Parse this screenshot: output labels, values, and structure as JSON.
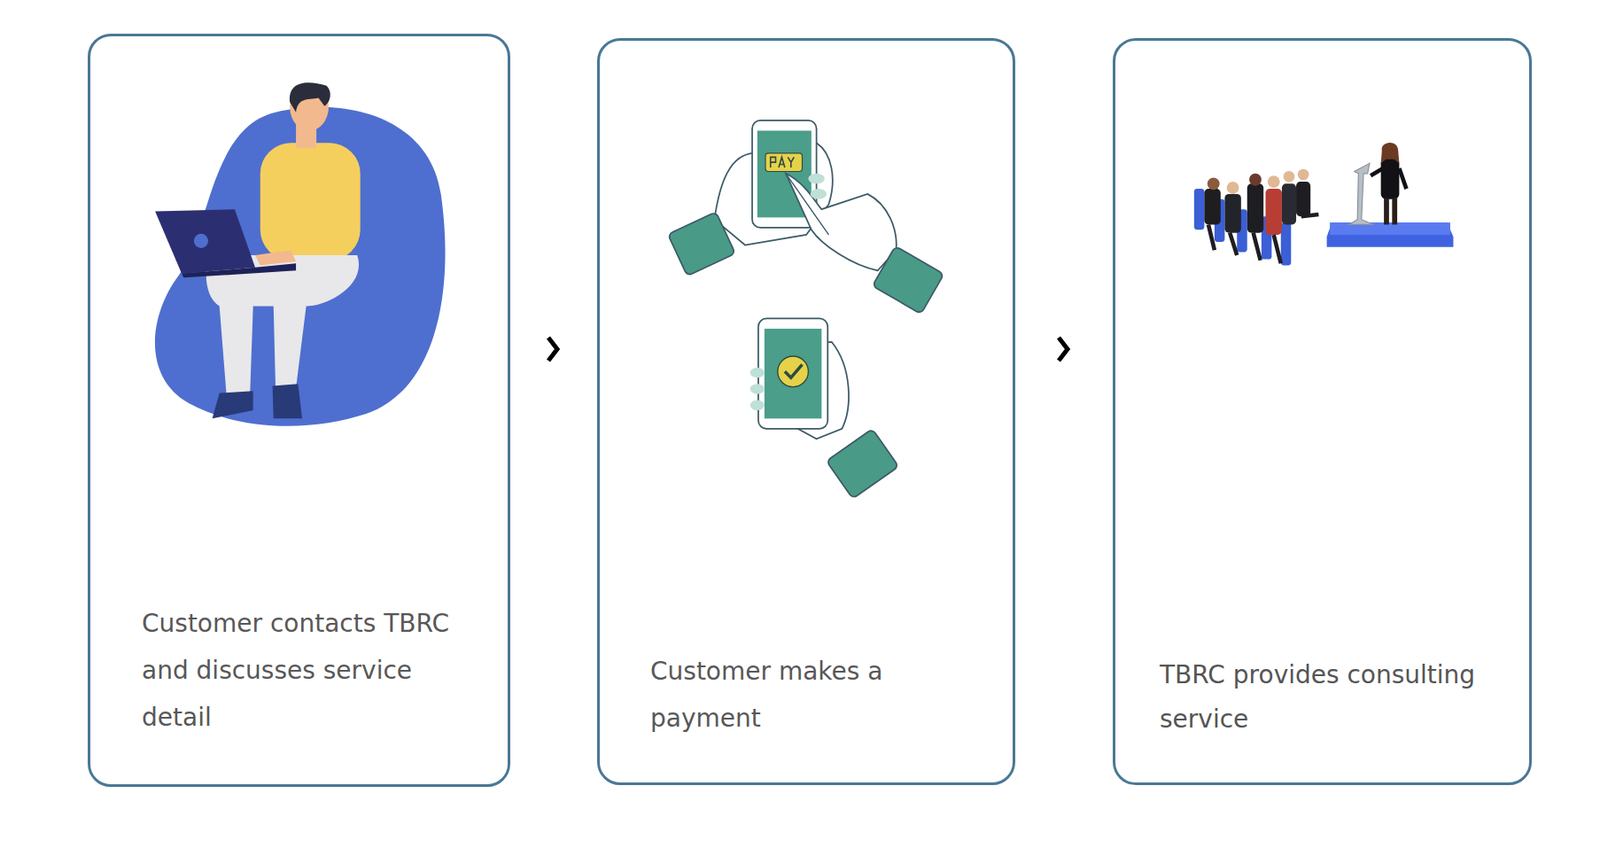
{
  "diagram": {
    "nodes": [
      {
        "text": [
          "Customer contacts TBRC and discusses service detail"
        ]
      },
      {
        "text": [
          "Customer makes a payment"
        ]
      },
      {
        "text": [
          "TBRC provides consulting service"
        ]
      }
    ],
    "edges": [
      {
        "from": 0,
        "to": 1,
        "arrow": "to"
      },
      {
        "from": 1,
        "to": 2,
        "arrow": "to"
      }
    ]
  }
}
